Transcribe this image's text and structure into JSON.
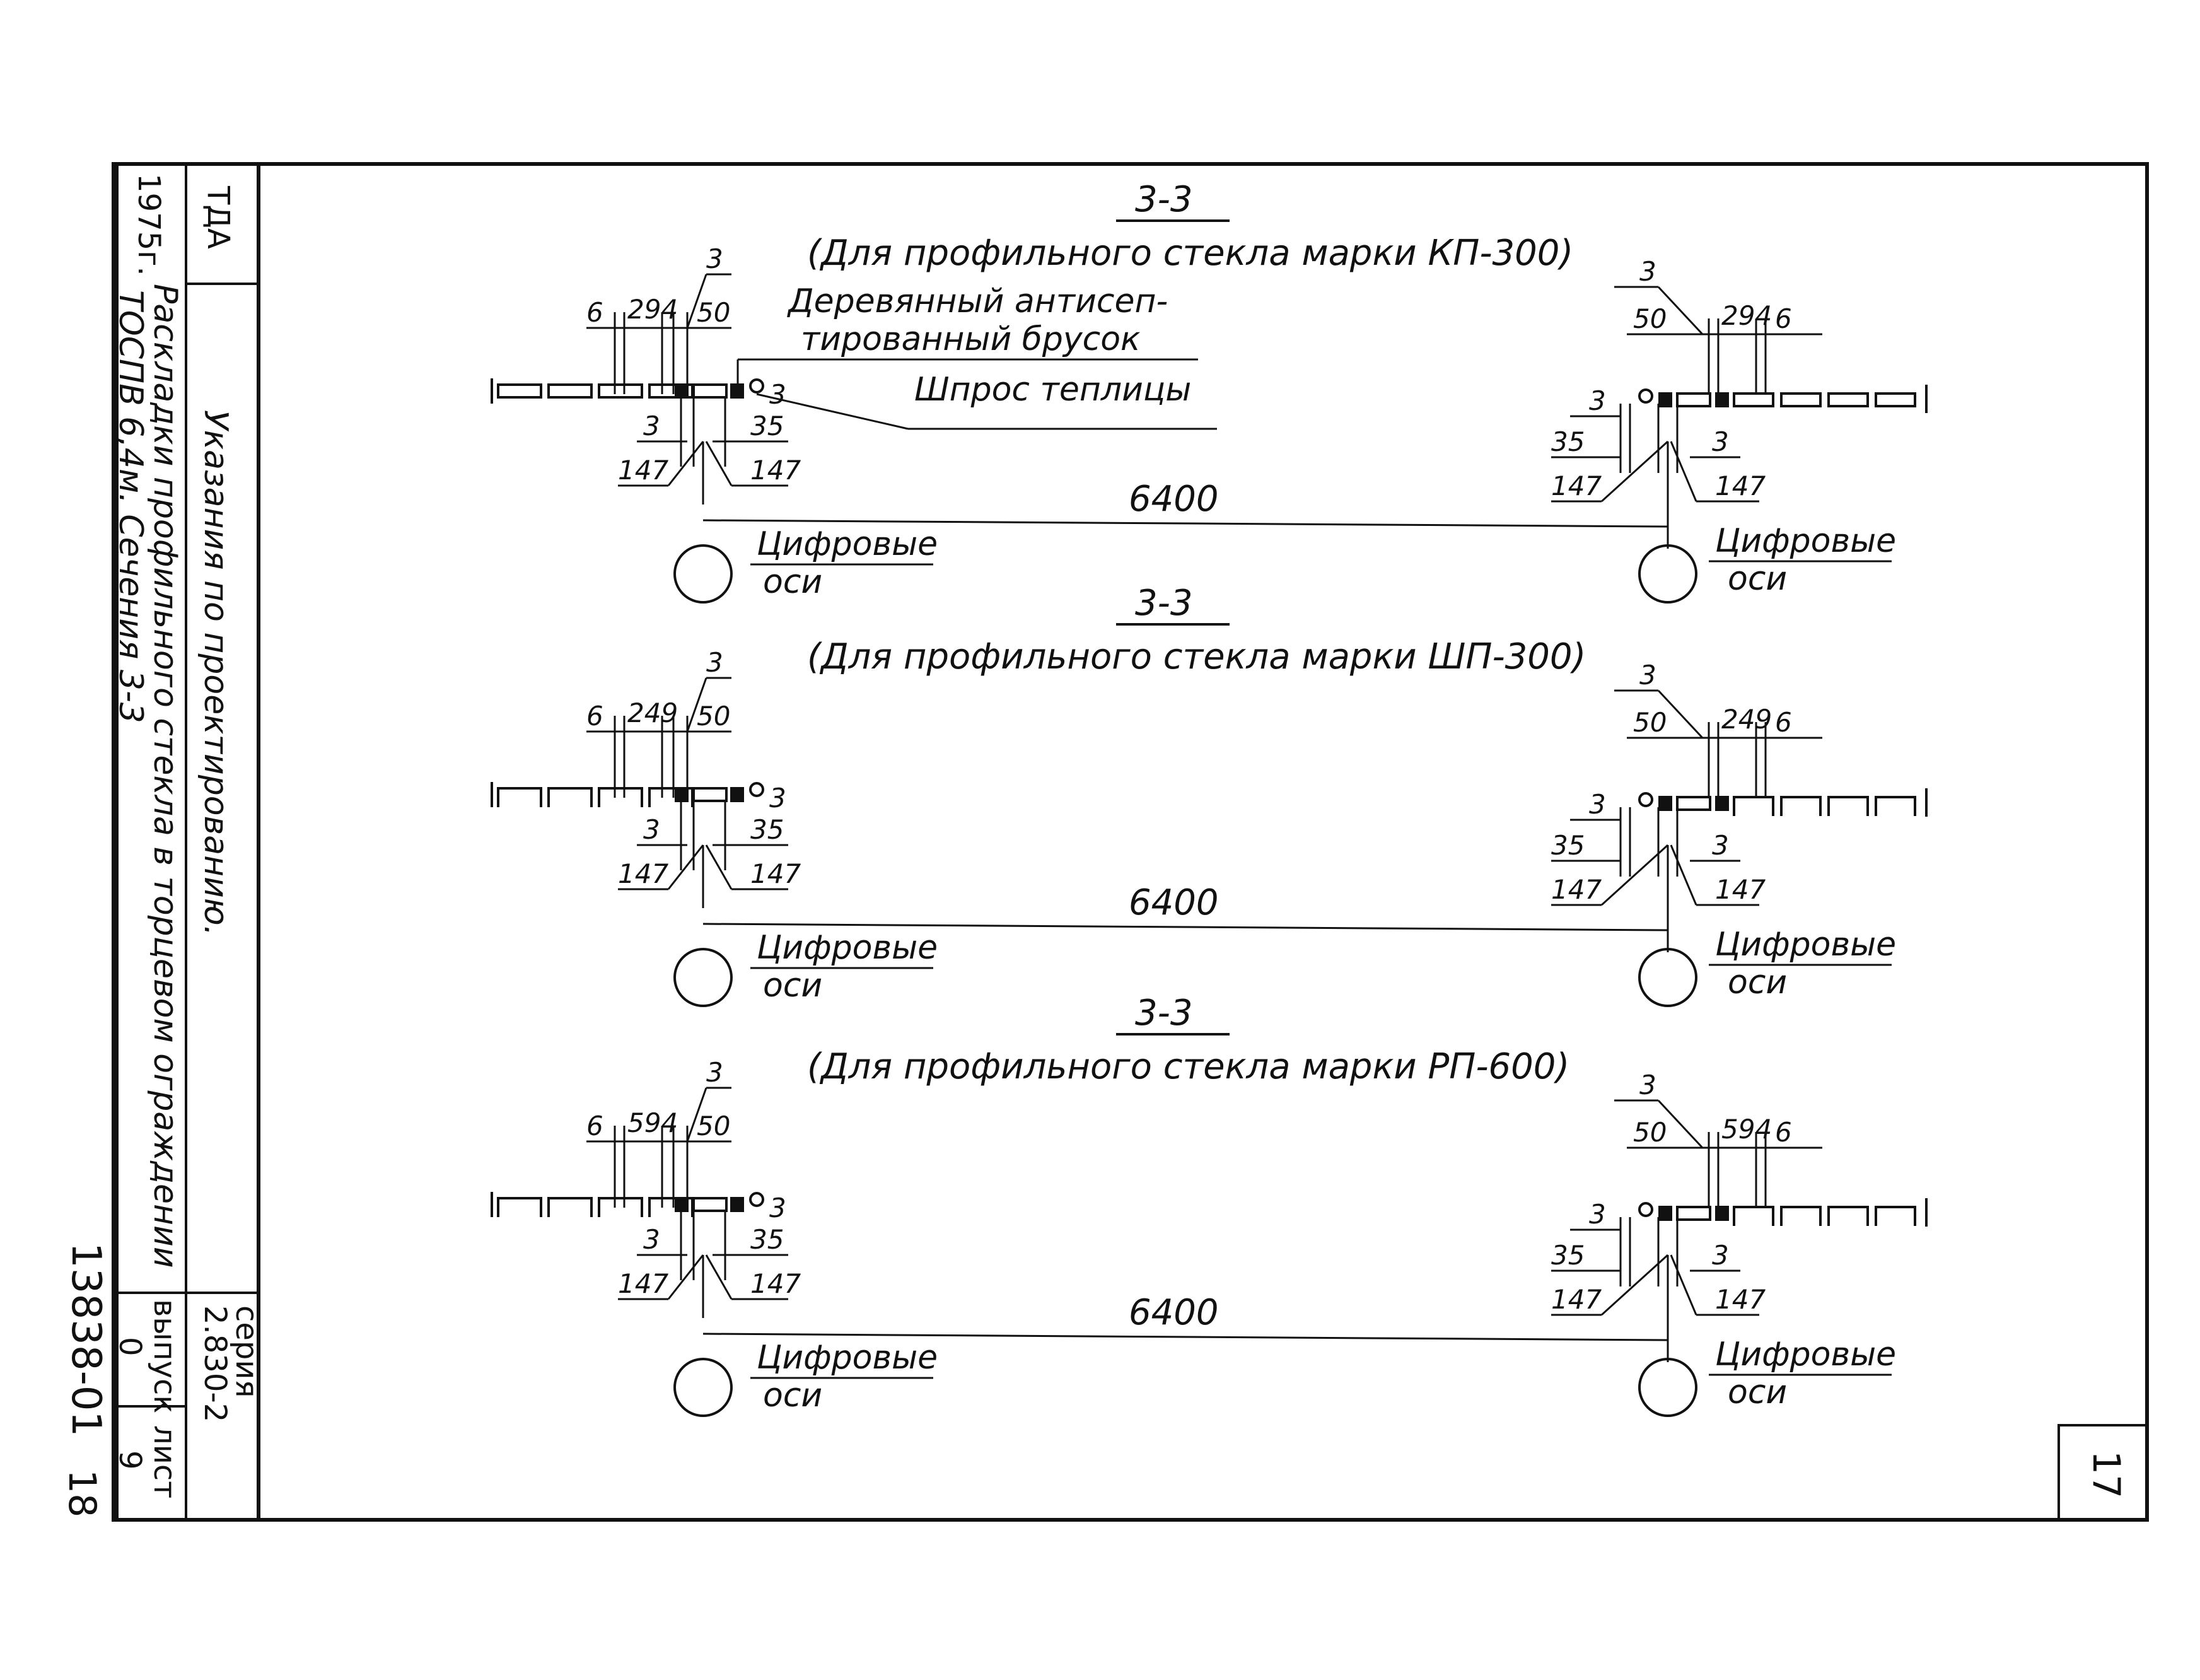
{
  "stamp": {
    "org": "ТДА",
    "year": "1975г.",
    "title": "Указания по проектированию.",
    "subtitle_line1": "Раскладки профильного стекла в торцевом ограждении",
    "subtitle_line2": "ТОСПВ 6,4м.  Сечения 3-3",
    "series_label": "серия",
    "series_value": "2.830-2",
    "issue_label": "выпуск",
    "issue_value": "0",
    "sheet_label": "лист",
    "sheet_value": "9",
    "doc_number": "13838-01",
    "corner_number": "18",
    "page_number": "17"
  },
  "sections": [
    {
      "title": "3-3",
      "subtitle": "(Для профильного стекла марки КП-300)",
      "left_dims": {
        "gap": "6",
        "width": "294",
        "joint": "3",
        "bar": "50",
        "low3": "3",
        "low35": "35",
        "left147": "147",
        "right147": "147",
        "small3": "3"
      },
      "right_dims": {
        "gap": "6",
        "width": "294",
        "joint": "3",
        "bar": "50",
        "low3": "3",
        "low35": "35",
        "left147": "147",
        "right147": "147",
        "small3": "3"
      },
      "span": "6400",
      "axis_label_1": "Цифровые",
      "axis_label_2": "оси",
      "callout_wood_1": "Деревянный антисеп-",
      "callout_wood_2": "тированный брусок",
      "callout_shpros": "Шпрос теплицы"
    },
    {
      "title": "3-3",
      "subtitle": "(Для профильного стекла марки ШП-300)",
      "left_dims": {
        "gap": "6",
        "width": "249",
        "joint": "3",
        "bar": "50",
        "low3": "3",
        "low35": "35",
        "left147": "147",
        "right147": "147",
        "small3": "3"
      },
      "right_dims": {
        "gap": "6",
        "width": "249",
        "joint": "3",
        "bar": "50",
        "low3": "3",
        "low35": "35",
        "left147": "147",
        "right147": "147",
        "small3": "3"
      },
      "span": "6400",
      "axis_label_1": "Цифровые",
      "axis_label_2": "оси"
    },
    {
      "title": "3-3",
      "subtitle": "(Для профильного стекла марки РП-600)",
      "left_dims": {
        "gap": "6",
        "width": "594",
        "joint": "3",
        "bar": "50",
        "low3": "3",
        "low35": "35",
        "left147": "147",
        "right147": "147",
        "small3": "3"
      },
      "right_dims": {
        "gap": "6",
        "width": "594",
        "joint": "3",
        "bar": "50",
        "low3": "3",
        "low35": "35",
        "left147": "147",
        "right147": "147",
        "small3": "3"
      },
      "span": "6400",
      "axis_label_1": "Цифровые",
      "axis_label_2": "оси"
    }
  ]
}
